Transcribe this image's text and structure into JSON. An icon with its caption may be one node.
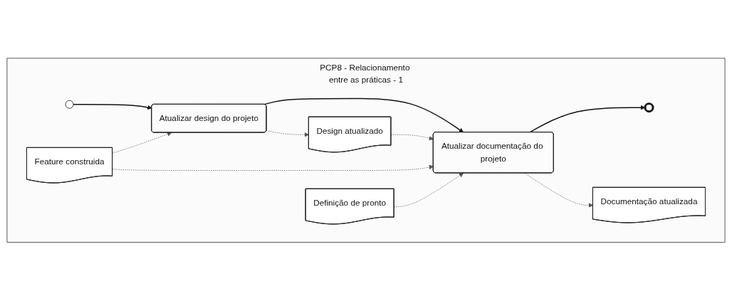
{
  "diagram": {
    "nodes": [
      {
        "text": [
          "PCP8 - Relacionamento entre as práticas - 1"
        ]
      },
      {
        "text": [],
        "shape": "circle",
        "in": 0
      },
      {
        "text": [
          "Atualizar design do projeto"
        ],
        "in": 0
      },
      {
        "text": [
          "Design atualizado"
        ],
        "in": 0
      },
      {
        "text": [
          "Atualizar documentação do projeto"
        ],
        "in": 0
      },
      {
        "text": [],
        "shape": "circle",
        "in": 0
      },
      {
        "text": [
          "Feature construida"
        ],
        "in": 0
      },
      {
        "text": [
          "Definição de pronto"
        ],
        "in": 0
      },
      {
        "text": [
          "Documentação atualizada"
        ],
        "in": 0
      }
    ],
    "edges": [
      {
        "from": 1,
        "to": 2,
        "arrow": "to"
      },
      {
        "from": 2,
        "to": 4,
        "arrow": "to"
      },
      {
        "from": 4,
        "to": 5,
        "arrow": "to"
      },
      {
        "from": 2,
        "to": 3,
        "arrow": "to",
        "style": "dashed"
      },
      {
        "from": 3,
        "to": 4,
        "arrow": "to",
        "style": "dashed"
      },
      {
        "from": 6,
        "to": 2,
        "arrow": "to",
        "style": "dashed"
      },
      {
        "from": 6,
        "to": 4,
        "arrow": "to",
        "style": "dashed"
      },
      {
        "from": 7,
        "to": 4,
        "arrow": "to",
        "style": "dashed"
      },
      {
        "from": 4,
        "to": 8,
        "arrow": "to",
        "style": "dashed"
      }
    ]
  }
}
